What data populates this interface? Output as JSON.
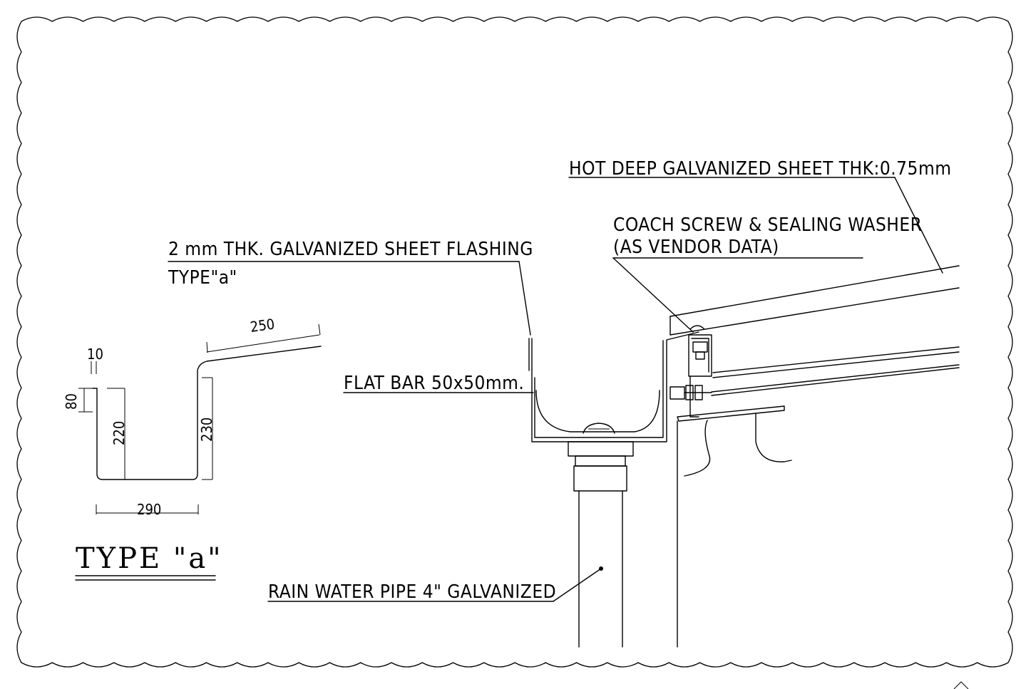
{
  "labels": {
    "hot_sheet": "HOT DEEP GALVANIZED SHEET  THK:0.75mm",
    "coach_screw_1": "COACH SCREW & SEALING WASHER",
    "coach_screw_2": "(AS VENDOR DATA)",
    "flashing": "2 mm THK. GALVANIZED SHEET FLASHING",
    "type_ref": "TYPE\"a\"",
    "flat_bar": "FLAT BAR 50x50mm.",
    "pipe": "RAIN WATER PIPE  4\" GALVANIZED",
    "title": "TYPE \"a\""
  },
  "dimensions": {
    "d250": "250",
    "d10": "10",
    "d80": "80",
    "d220": "220",
    "d230": "230",
    "d290": "290"
  }
}
